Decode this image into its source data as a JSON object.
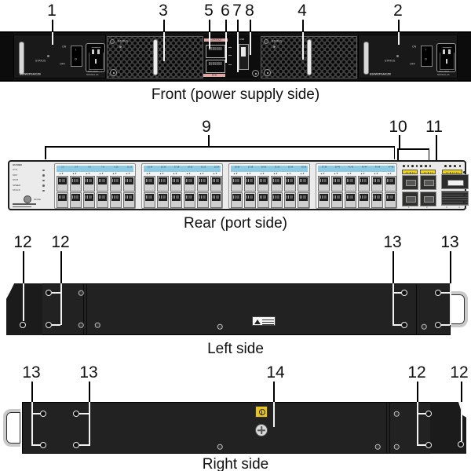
{
  "callouts": {
    "c1": "1",
    "c2": "2",
    "c3": "3",
    "c4": "4",
    "c5": "5",
    "c6": "6",
    "c7": "7",
    "c8": "8",
    "c9": "9",
    "c10": "10",
    "c11": "11",
    "c12": "12",
    "c13": "13",
    "c14": "14"
  },
  "captions": {
    "front": "Front (power supply side)",
    "rear": "Rear (port side)",
    "left": "Left side",
    "right": "Right side"
  },
  "front": {
    "psu": {
      "status": "STATUS",
      "on": "ON",
      "off": "OFF",
      "sw_on": "I",
      "sw_off": "O",
      "model": "ES0W2PSA0150",
      "rating1": "~100-240V",
      "rating2": "50/60Hz,2A"
    },
    "fan": {
      "status": "STATUS"
    },
    "center": {
      "top_label": "CONSOLE",
      "bottom_label": "ETH",
      "usb_label": "USB"
    }
  },
  "rear": {
    "brand": "HUAWEI",
    "leds": [
      "SYS",
      "MST",
      "STAT",
      "SPEED",
      "STACK"
    ],
    "mode": "MODE",
    "updown": "▲▼",
    "groups": 4,
    "cols": 6,
    "port_start": 1,
    "sfp_numbers": [
      "1",
      "2",
      "3",
      "4"
    ]
  },
  "colors": {
    "blue_strip": "#8cc9e2",
    "yellow_label": "#f0d40a",
    "panel_dark": "#141414",
    "rear_bg": "#ebebeb"
  }
}
